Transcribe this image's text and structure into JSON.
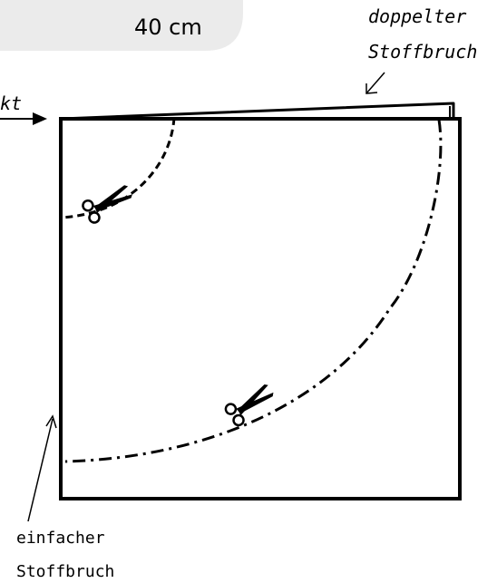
{
  "header": {
    "measure": "40 cm"
  },
  "labels": {
    "fold_double_line1": "doppelter",
    "fold_double_line2": "Stoffbruch",
    "point_fragment": "kt",
    "fold_single_line1": "einfacher",
    "fold_single_line2": "Stoffbruch"
  },
  "colors": {
    "tab": "#ebebeb",
    "ink": "#000000",
    "paper": "#ffffff"
  },
  "icons": {
    "cut_small": "scissors-icon",
    "cut_large": "scissors-icon"
  }
}
